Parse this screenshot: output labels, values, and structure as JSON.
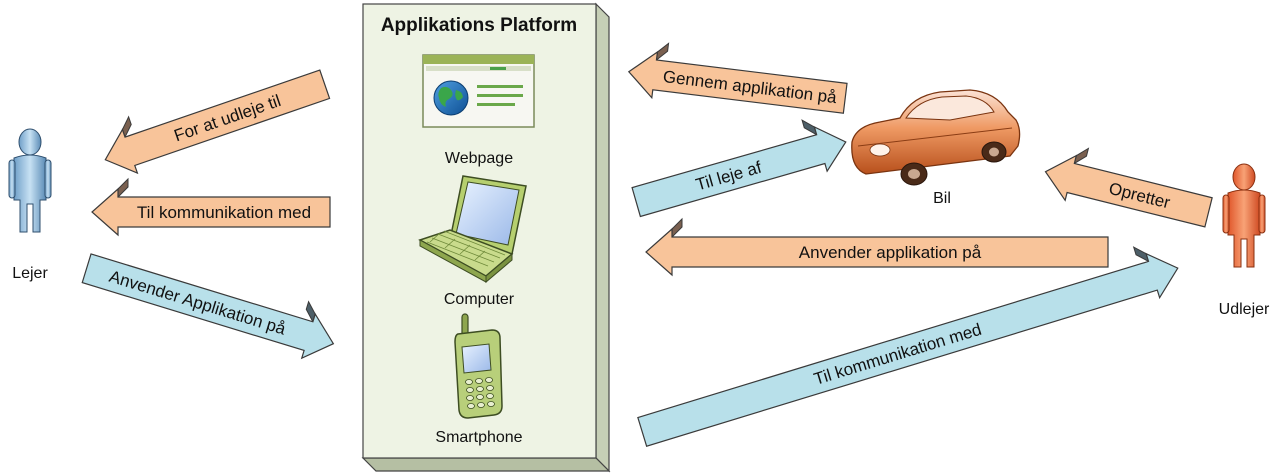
{
  "colors": {
    "orange_fill": "#f8c49a",
    "orange_dark": "#7a6050",
    "blue_fill": "#b8e0ea",
    "blue_dark": "#4d5f68",
    "platform_fill": "#eef3e4",
    "platform_side": "#c6cfb6",
    "arrow_stroke": "#3a3a3a"
  },
  "platform": {
    "title": "Applikations Platform",
    "devices": [
      {
        "label": "Webpage",
        "icon": "webpage-icon"
      },
      {
        "label": "Computer",
        "icon": "laptop-icon"
      },
      {
        "label": "Smartphone",
        "icon": "smartphone-icon"
      }
    ]
  },
  "actors": {
    "lejer": {
      "label": "Lejer",
      "icon": "person-icon"
    },
    "udlejer": {
      "label": "Udlejer",
      "icon": "person-icon"
    }
  },
  "car": {
    "label": "Bil",
    "icon": "car-icon"
  },
  "arrows": [
    {
      "id": "for-at-udleje-til",
      "label": "For at udleje til",
      "color": "orange",
      "direction": "left"
    },
    {
      "id": "til-kommunikation-med-left",
      "label": "Til kommunikation med",
      "color": "orange",
      "direction": "left"
    },
    {
      "id": "anvender-applikation-paa-left",
      "label": "Anvender Applikation på",
      "color": "blue",
      "direction": "right"
    },
    {
      "id": "gennem-applikation-paa",
      "label": "Gennem applikation på",
      "color": "orange",
      "direction": "left"
    },
    {
      "id": "til-leje-af",
      "label": "Til leje af",
      "color": "blue",
      "direction": "right"
    },
    {
      "id": "opretter",
      "label": "Opretter",
      "color": "orange",
      "direction": "left"
    },
    {
      "id": "anvender-applikation-paa-right",
      "label": "Anvender applikation på",
      "color": "orange",
      "direction": "left"
    },
    {
      "id": "til-kommunikation-med-right",
      "label": "Til kommunikation med",
      "color": "blue",
      "direction": "right"
    }
  ]
}
